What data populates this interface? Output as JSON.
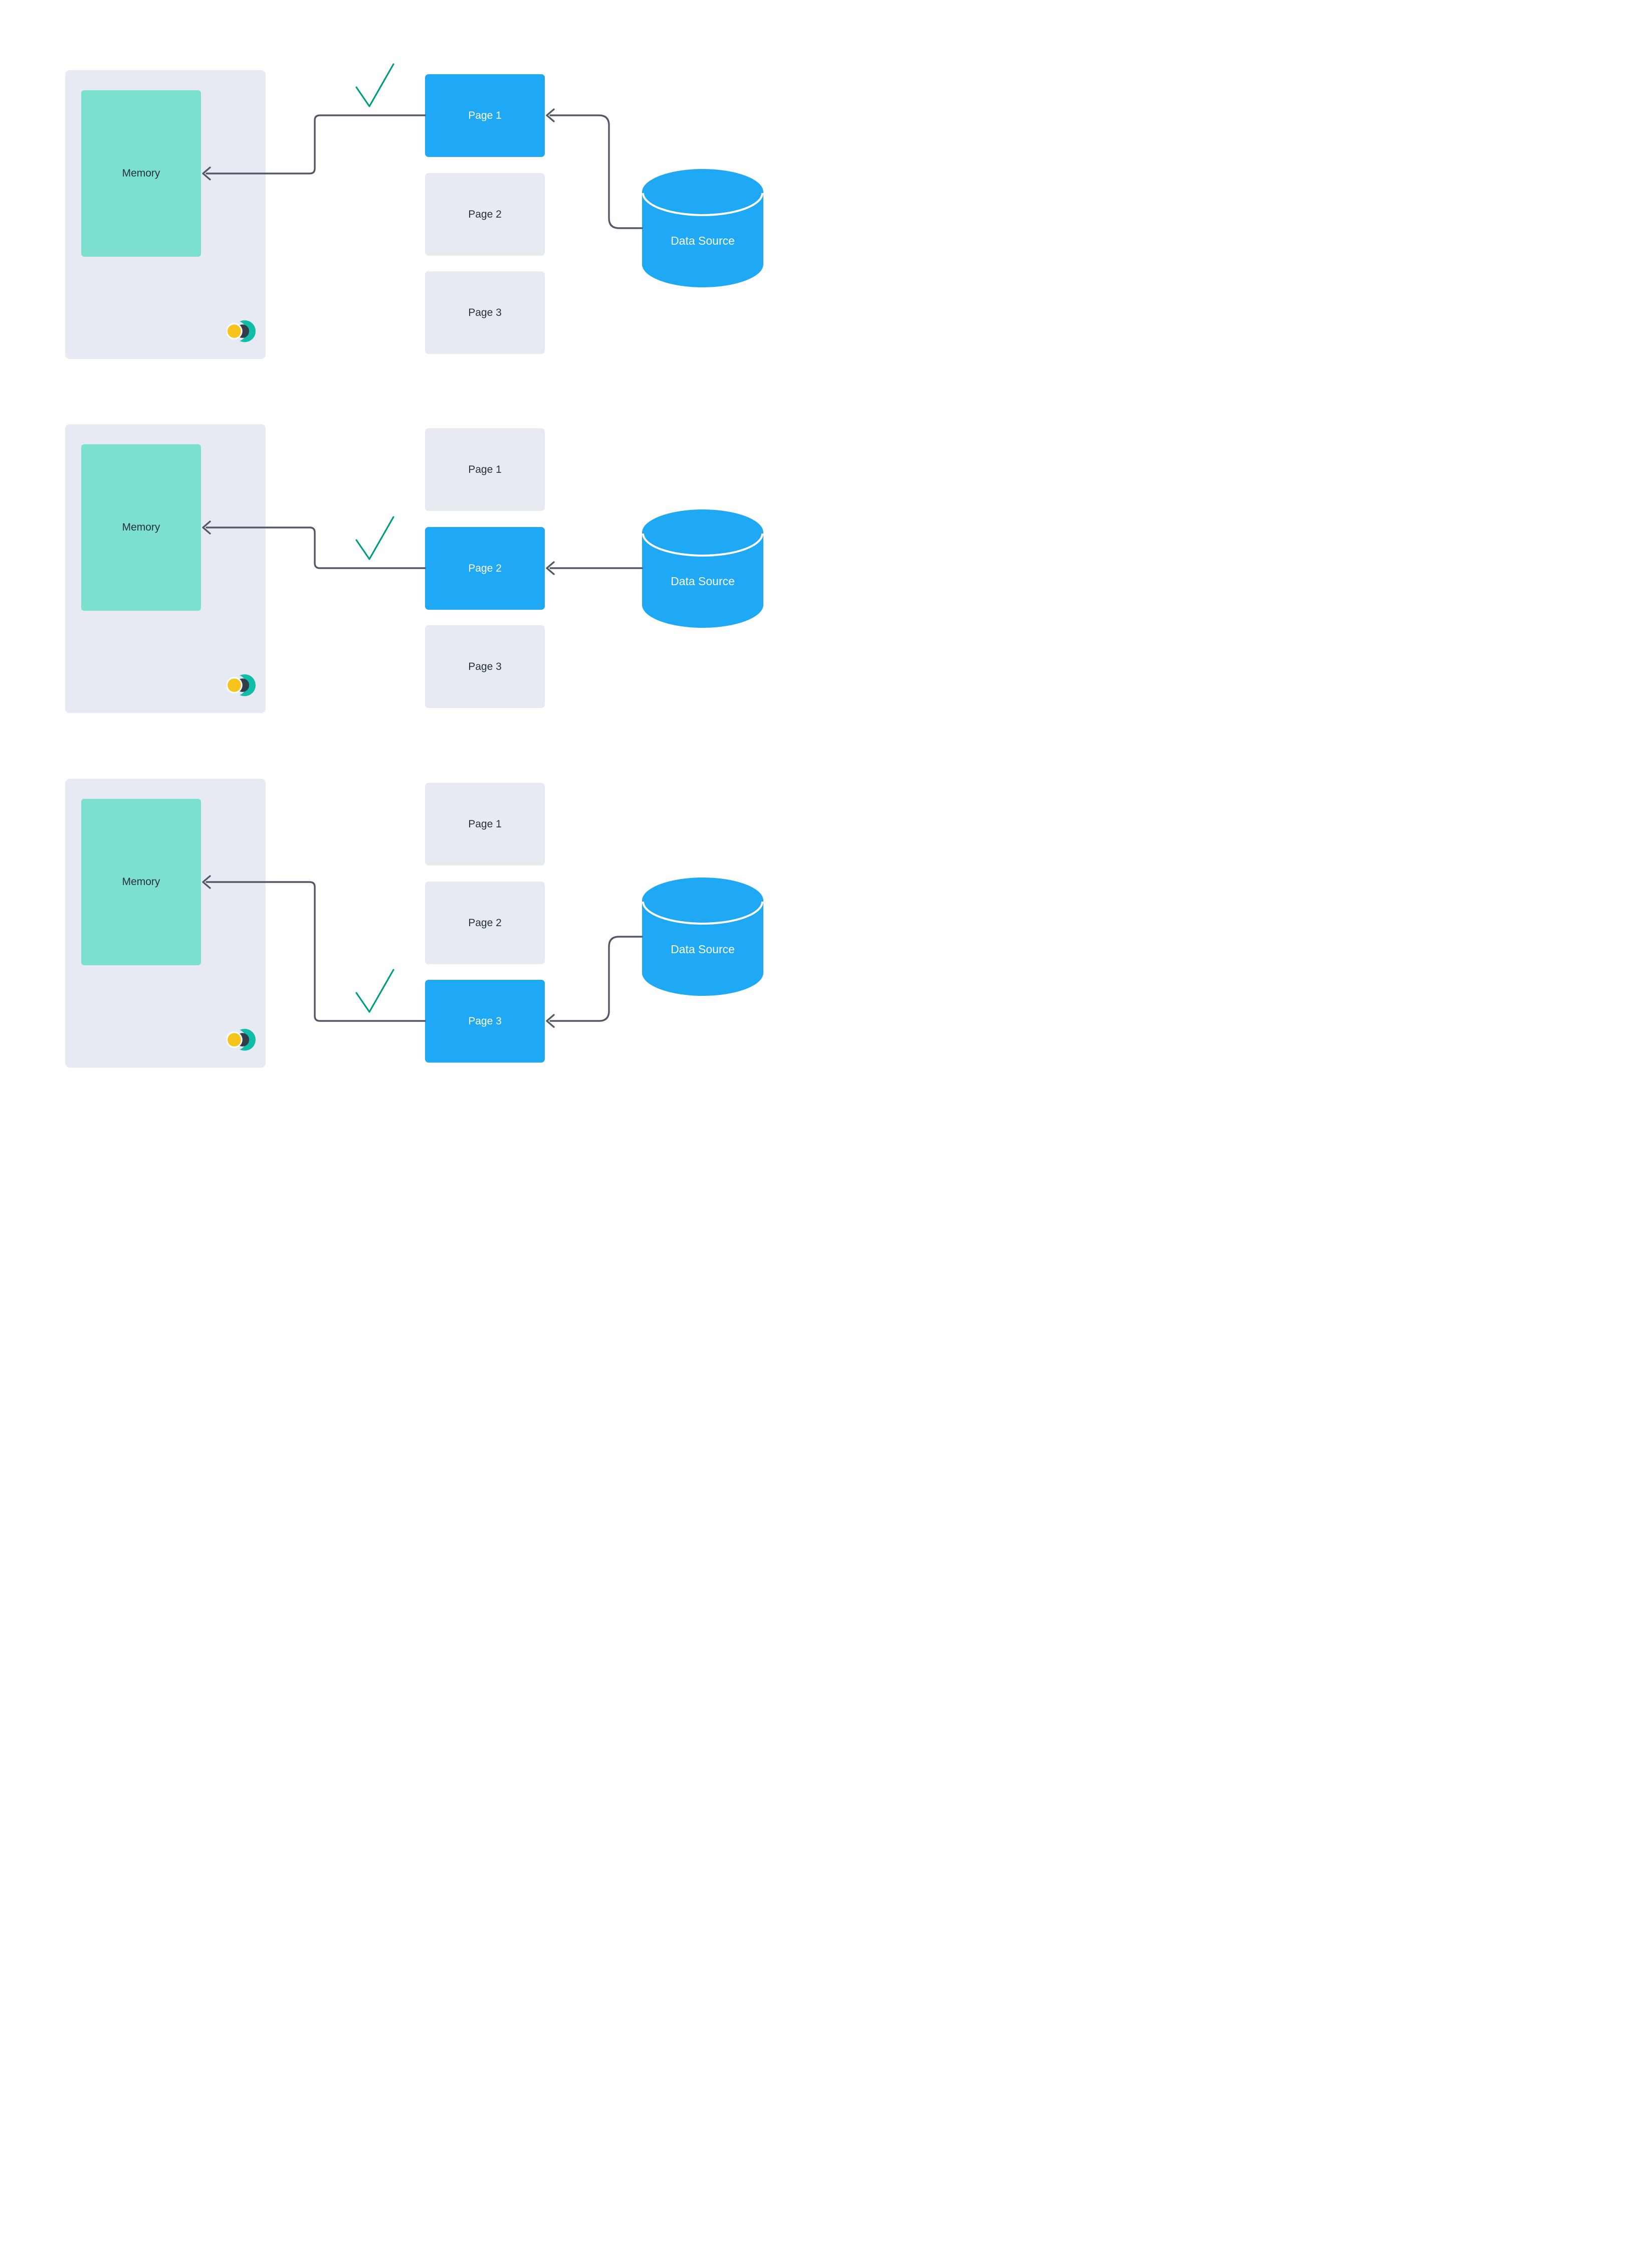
{
  "colors": {
    "accent_blue": "#1FA8F3",
    "panel_gray": "#E7EAF2",
    "page_gray": "#E7EAF0",
    "memory_teal": "#7CE0CE",
    "arrow_gray": "#515866",
    "check_green": "#009C82",
    "logo_teal": "#10BDA8",
    "logo_dark": "#343B49",
    "logo_yellow": "#F7C41D",
    "text_dark": "#25303B",
    "text_white": "#FFFFFF"
  },
  "rows": [
    {
      "memory_label": "Memory",
      "pages": [
        {
          "label": "Page 1",
          "active": true
        },
        {
          "label": "Page 2",
          "active": false
        },
        {
          "label": "Page 3",
          "active": false
        }
      ],
      "datasource_label": "Data Source",
      "active_page": "Page 1",
      "checkmark": "loaded"
    },
    {
      "memory_label": "Memory",
      "pages": [
        {
          "label": "Page 1",
          "active": false
        },
        {
          "label": "Page 2",
          "active": true
        },
        {
          "label": "Page 3",
          "active": false
        }
      ],
      "datasource_label": "Data Source",
      "active_page": "Page 2",
      "checkmark": "loaded"
    },
    {
      "memory_label": "Memory",
      "pages": [
        {
          "label": "Page 1",
          "active": false
        },
        {
          "label": "Page 2",
          "active": false
        },
        {
          "label": "Page 3",
          "active": true
        }
      ],
      "datasource_label": "Data Source",
      "active_page": "Page 3",
      "checkmark": "loaded"
    }
  ]
}
